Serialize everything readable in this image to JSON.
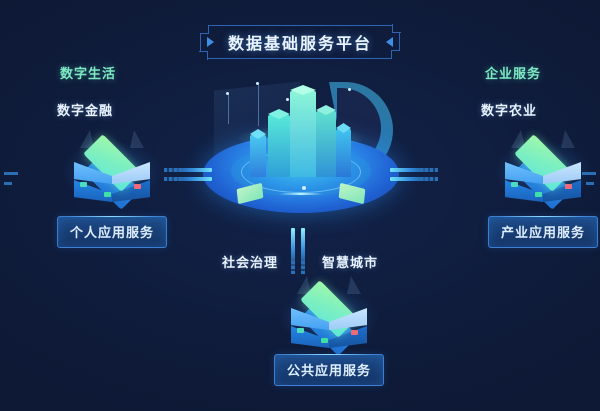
{
  "title": {
    "text": "数据基础服务平台",
    "left_arrow_icon": "triangle-right-icon",
    "right_arrow_icon": "triangle-left-icon"
  },
  "labels": {
    "left": [
      "数字生活",
      "数字金融"
    ],
    "right": [
      "企业服务",
      "数字农业"
    ],
    "bottom": [
      "社会治理",
      "智慧城市"
    ]
  },
  "nodes": {
    "left": {
      "caption": "个人应用服务",
      "icon": "cube-stack-icon"
    },
    "right": {
      "caption": "产业应用服务",
      "icon": "cube-stack-icon"
    },
    "bottom": {
      "caption": "公共应用服务",
      "icon": "cube-stack-icon"
    }
  },
  "center": {
    "icon": "smart-city-platform-illustration"
  },
  "connectors": {
    "left": "arrow-line-left",
    "right": "arrow-line-right",
    "down": "arrow-line-down"
  },
  "colors": {
    "background": "#0f1c3c",
    "accent_blue": "#2f86d8",
    "accent_cyan": "#6fe4ff",
    "accent_green": "#7fe8c4",
    "border_blue": "#3b7fd4",
    "text_light": "#eaf4ff"
  }
}
